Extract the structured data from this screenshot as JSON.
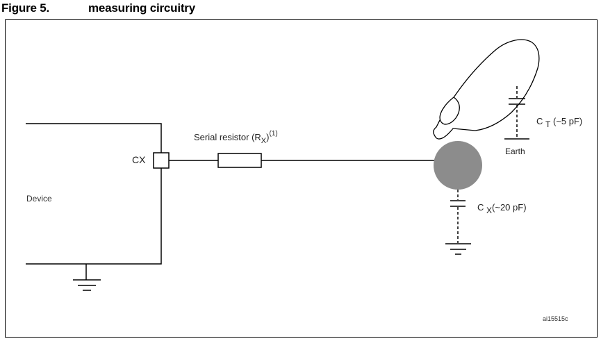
{
  "figure": {
    "number": "Figure 5.",
    "title": "measuring circuitry"
  },
  "labels": {
    "device": "Device",
    "pin": "CX",
    "resistor_prefix": "Serial resistor (R",
    "resistor_sub": "X",
    "resistor_close": ")",
    "resistor_note": "(1)",
    "ct_symbol": "C",
    "ct_sub": "T",
    "ct_value": "(~5 pF)",
    "earth": "Earth",
    "cx_symbol": "C",
    "cx_sub": "X",
    "cx_value": "(~20 pF)",
    "reference": "ai15515c"
  },
  "colors": {
    "electrode": "#8c8c8c",
    "line": "#000000"
  }
}
